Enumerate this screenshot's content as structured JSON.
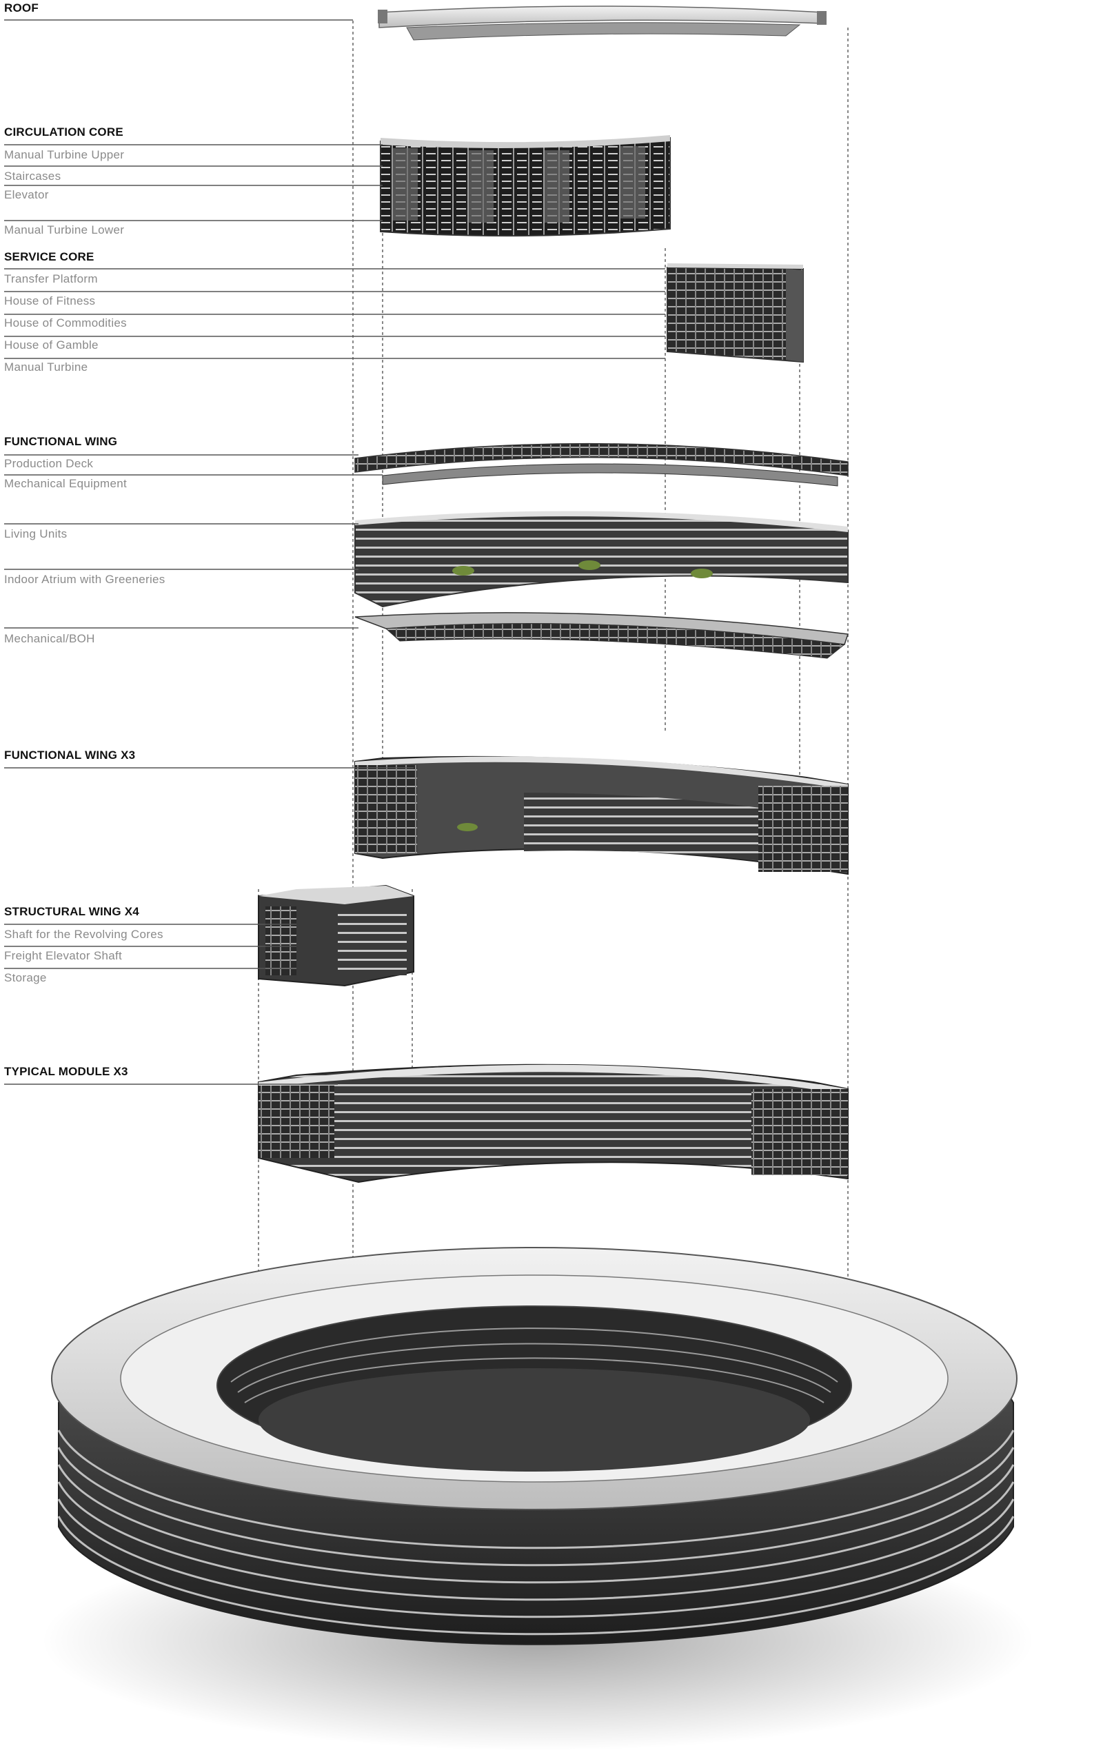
{
  "sections": [
    {
      "heading": "ROOF",
      "items": []
    },
    {
      "heading": "CIRCULATION CORE",
      "items": [
        "Manual Turbine Upper",
        "Staircases",
        "Elevator",
        "Manual Turbine Lower"
      ]
    },
    {
      "heading": "SERVICE CORE",
      "items": [
        "Transfer Platform",
        "House of Fitness",
        "House of Commodities",
        "House of Gamble",
        "Manual Turbine"
      ]
    },
    {
      "heading": "FUNCTIONAL WING",
      "items": [
        "Production Deck",
        "Mechanical Equipment",
        "Living Units",
        "Indoor Atrium with Greeneries",
        "Mechanical/BOH"
      ]
    },
    {
      "heading": "FUNCTIONAL WING X3",
      "items": []
    },
    {
      "heading": "STRUCTURAL WING X4",
      "items": [
        "Shaft for the Revolving Cores",
        "Freight Elevator Shaft",
        "Storage"
      ]
    },
    {
      "heading": "TYPICAL MODULE X3",
      "items": []
    }
  ],
  "colors": {
    "heading_text": "#111111",
    "item_text": "#8a8a8a",
    "leader_line": "#555555",
    "model_dark": "#2e2e2e",
    "model_mid": "#8c8c8c",
    "model_light": "#dadada",
    "greenery": "#6f8a3a"
  }
}
